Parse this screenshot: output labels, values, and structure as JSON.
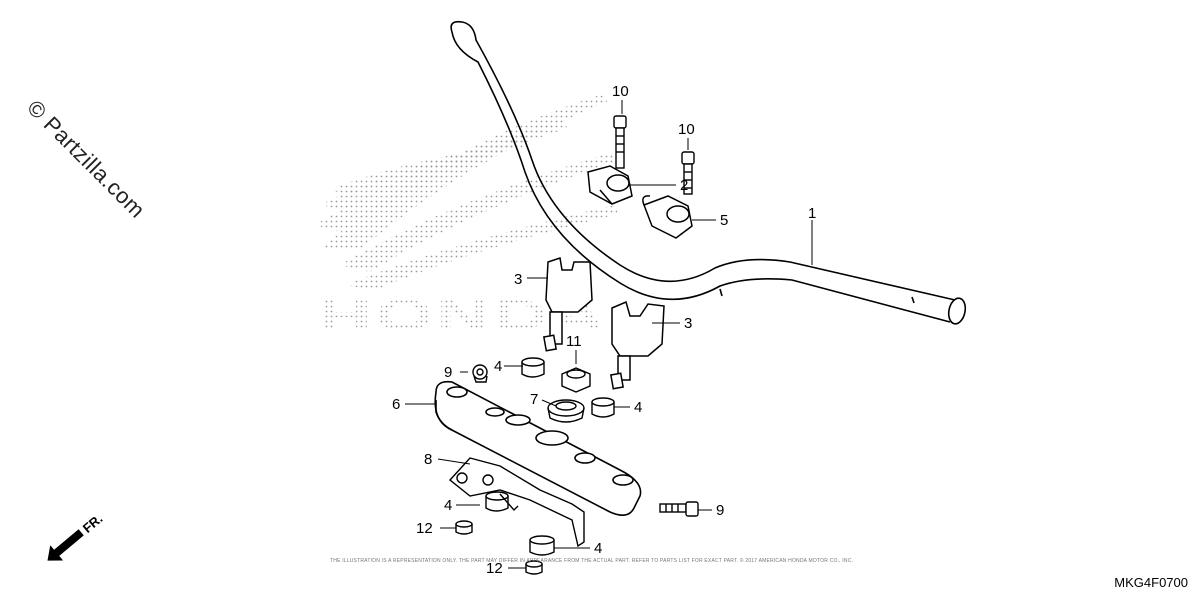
{
  "watermark": "© Partzilla.com",
  "diagram_code": "MKG4F0700",
  "brand_watermark": "HONDA",
  "direction_label": "FR.",
  "fine_print": "THE ILLUSTRATION IS A REPRESENTATION ONLY. THE PART MAY DIFFER IN APPEARANCE FROM THE ACTUAL PART. REFER TO PARTS LIST FOR EXACT PART. © 2017 AMERICAN HONDA MOTOR CO., INC.",
  "callouts": [
    {
      "id": "c1",
      "label": "1",
      "part": "handlebar"
    },
    {
      "id": "c2",
      "label": "2",
      "part": "upper-holder-a"
    },
    {
      "id": "c3a",
      "label": "3",
      "part": "lower-holder-left"
    },
    {
      "id": "c3b",
      "label": "3",
      "part": "lower-holder-right"
    },
    {
      "id": "c4a",
      "label": "4",
      "part": "rubber-bushing"
    },
    {
      "id": "c4b",
      "label": "4",
      "part": "rubber-bushing"
    },
    {
      "id": "c4c",
      "label": "4",
      "part": "rubber-bushing"
    },
    {
      "id": "c4d",
      "label": "4",
      "part": "rubber-bushing"
    },
    {
      "id": "c5",
      "label": "5",
      "part": "upper-holder-b"
    },
    {
      "id": "c6",
      "label": "6",
      "part": "top-bridge-cover"
    },
    {
      "id": "c7",
      "label": "7",
      "part": "washer"
    },
    {
      "id": "c8",
      "label": "8",
      "part": "bracket"
    },
    {
      "id": "c9a",
      "label": "9",
      "part": "nut"
    },
    {
      "id": "c9b",
      "label": "9",
      "part": "bolt"
    },
    {
      "id": "c10a",
      "label": "10",
      "part": "holder-bolt"
    },
    {
      "id": "c10b",
      "label": "10",
      "part": "holder-bolt"
    },
    {
      "id": "c11",
      "label": "11",
      "part": "nut"
    },
    {
      "id": "c12a",
      "label": "12",
      "part": "collar"
    },
    {
      "id": "c12b",
      "label": "12",
      "part": "collar"
    }
  ]
}
